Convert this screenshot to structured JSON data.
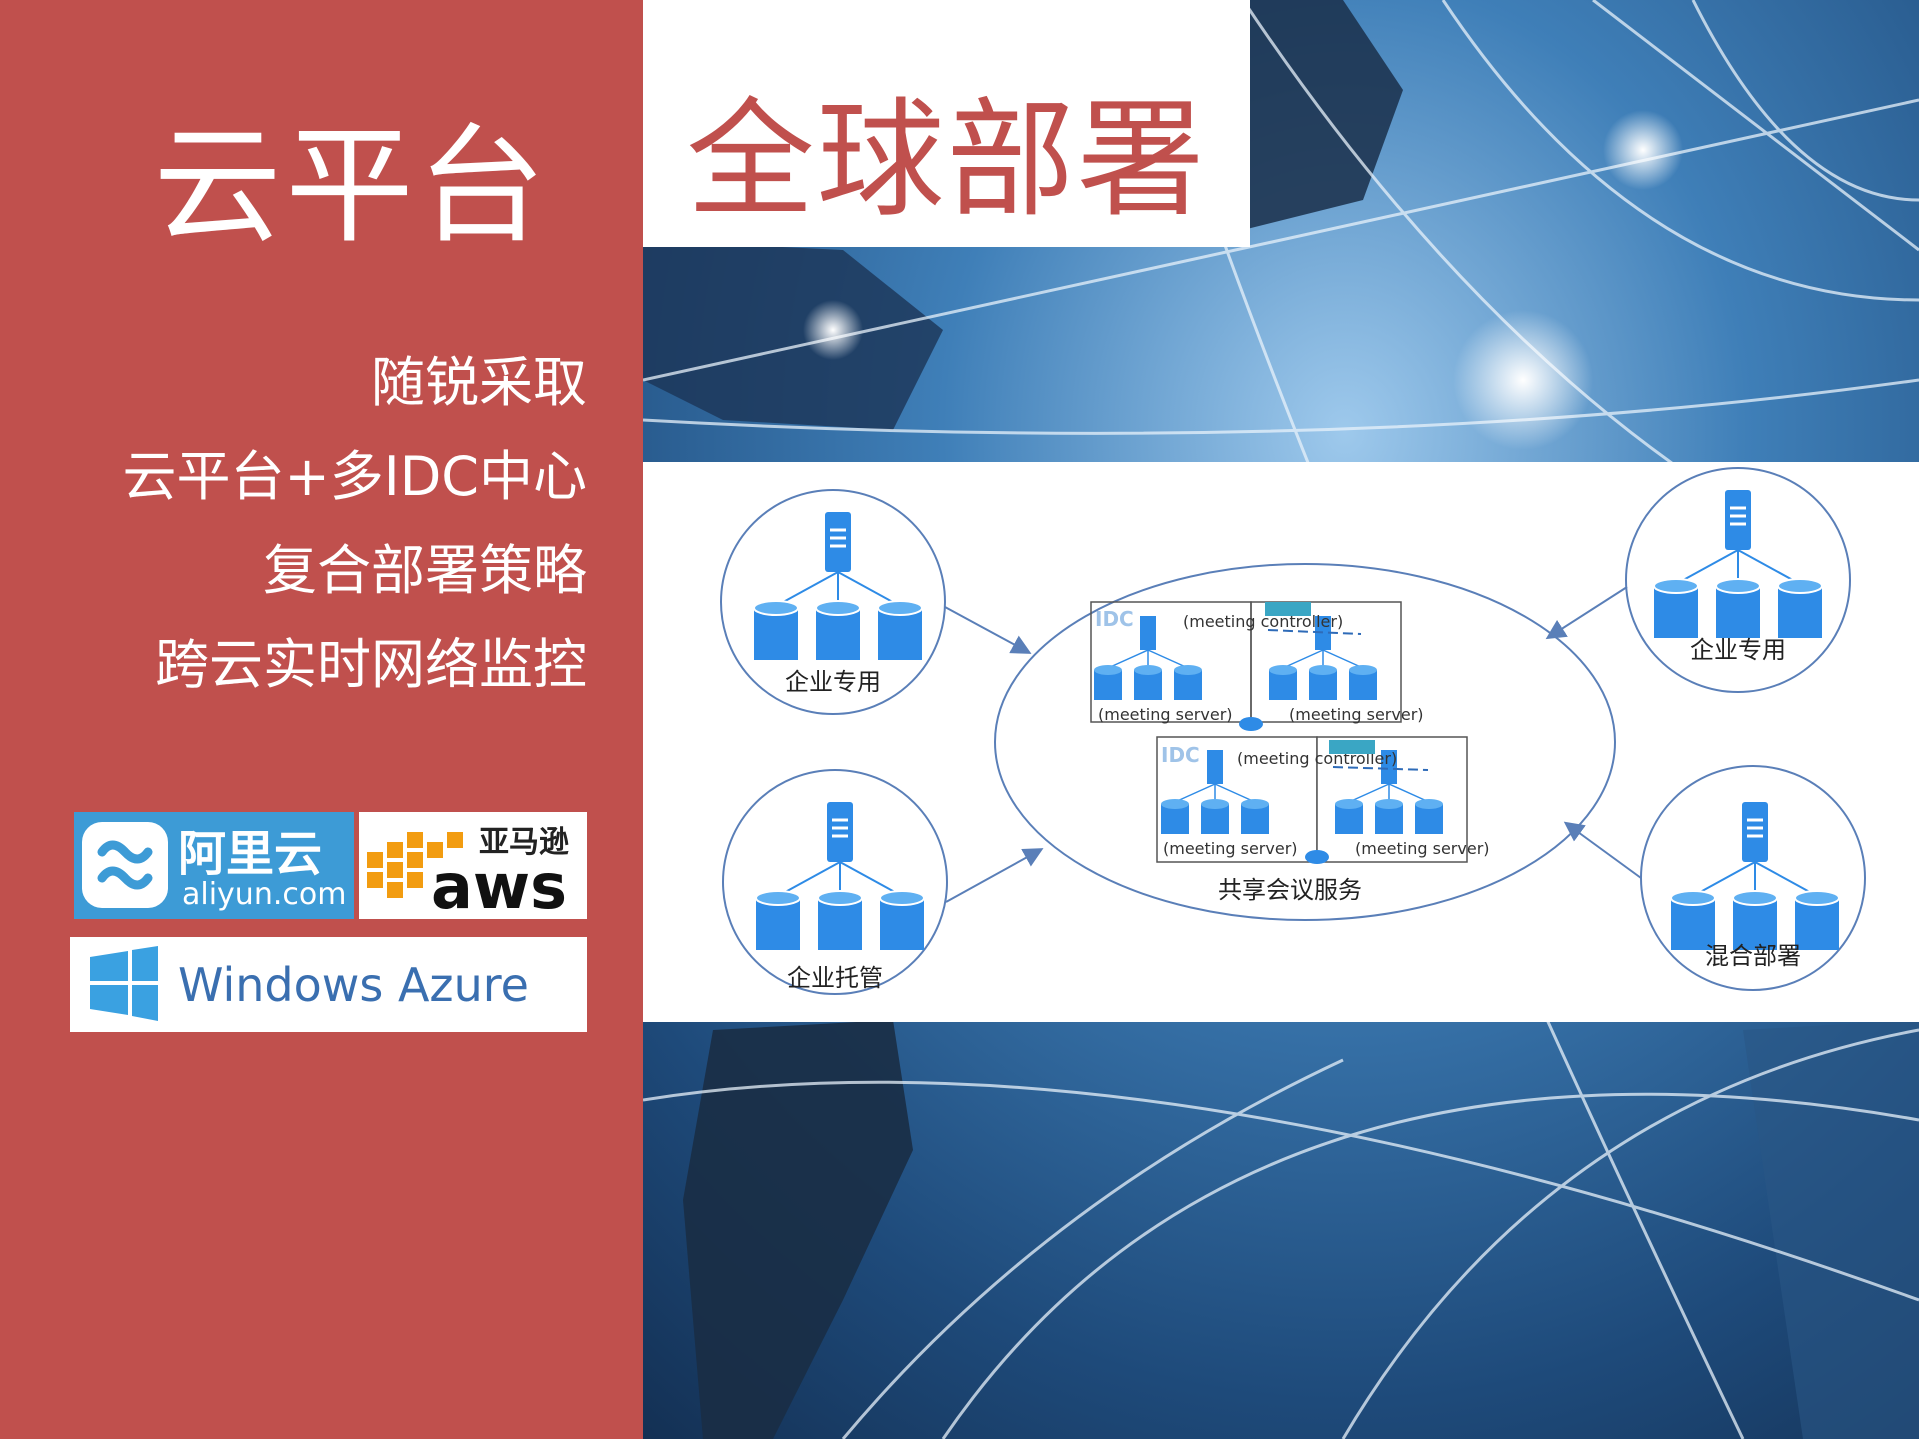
{
  "left": {
    "title": "云平台",
    "features": [
      "随锐采取",
      "云平台+多IDC中心",
      "复合部署策略",
      "跨云实时网络监控"
    ],
    "logos": {
      "aliyun": {
        "cn": "阿里云",
        "en": "aliyun.com"
      },
      "aws": {
        "cn": "亚马逊",
        "en": "aws"
      },
      "azure": {
        "text": "Windows Azure"
      }
    }
  },
  "main_title": "全球部署",
  "diagram": {
    "nodes": {
      "top_left": "企业专用",
      "top_right": "企业专用",
      "bottom_left": "企业托管",
      "bottom_right": "混合部署",
      "center": "共享会议服务"
    },
    "idc_label": "IDC",
    "meeting_controller": "(meeting controller)",
    "meeting_server": "(meeting server)"
  },
  "colors": {
    "brand_red": "#c0504d",
    "diagram_blue": "#2e8be6",
    "line_blue": "#5a7fb8"
  }
}
